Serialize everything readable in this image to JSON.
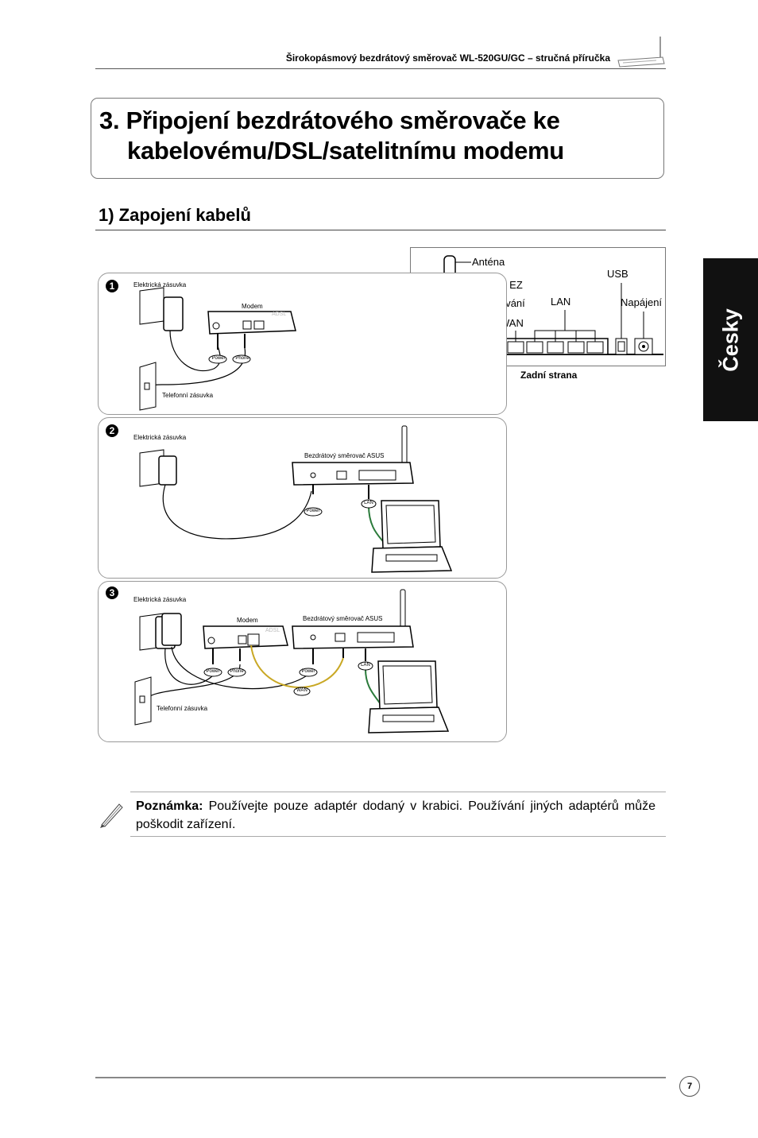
{
  "header": {
    "text": "Širokopásmový bezdrátový směrovač WL-520GU/GC – stručná příručka"
  },
  "title": {
    "line1": "3. Připojení bezdrátového směrovače ke",
    "line2": "kabelovému/DSL/satelitnímu modemu"
  },
  "subtitle": "1) Zapojení kabelů",
  "side_tab": "Česky",
  "rear_panel": {
    "antenna": "Anténa",
    "ez": "Nastavení EZ",
    "reset": "Resetování",
    "lan": "LAN",
    "usb": "USB",
    "power": "Napájení",
    "wan": "WAN",
    "caption": "Zadní strana"
  },
  "step1": {
    "num": "1",
    "outlet": "Elektrická zásuvka",
    "modem": "Modem",
    "phone_jack": "Telefonní zásuvka",
    "power_tag": "Power",
    "phone_tag": "Phone",
    "adsl": "ADSL"
  },
  "step2": {
    "num": "2",
    "outlet": "Elektrická zásuvka",
    "router": "Bezdrátový směrovač ASUS",
    "power_tag": "Power",
    "lan_tag": "LAN"
  },
  "step3": {
    "num": "3",
    "outlet": "Elektrická zásuvka",
    "modem": "Modem",
    "router": "Bezdrátový směrovač ASUS",
    "phone_jack": "Telefonní zásuvka",
    "power_tag": "Power",
    "phone_tag": "Phone",
    "power_tag2": "Power",
    "wan_tag": "WAN",
    "lan_tag": "LAN",
    "adsl": "ADSL"
  },
  "note": {
    "label": "Poznámka:",
    "text": "Používejte pouze adaptér dodaný v krabici. Používání jiných adaptérů může poškodit zařízení."
  },
  "page_number": "7"
}
